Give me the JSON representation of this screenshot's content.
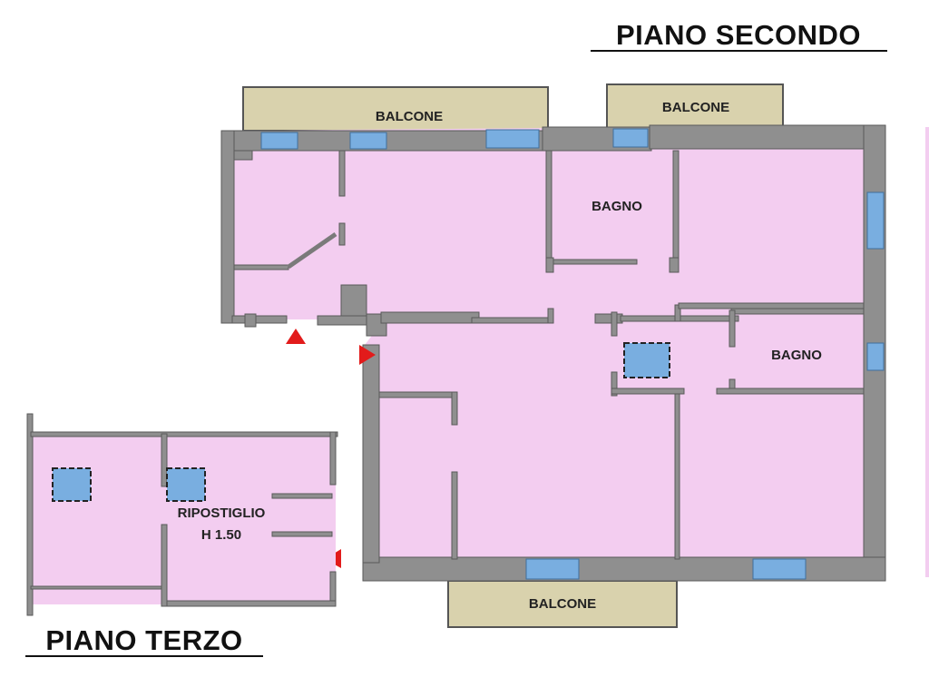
{
  "titles": {
    "second_floor": "PIANO SECONDO",
    "third_floor": "PIANO TERZO"
  },
  "labels": {
    "balcone_top_left": "BALCONE",
    "balcone_top_right": "BALCONE",
    "balcone_bottom": "BALCONE",
    "bagno_upper": "BAGNO",
    "bagno_right": "BAGNO",
    "ripostiglio_line1": "RIPOSTIGLIO",
    "ripostiglio_line2": "H 1.50"
  },
  "colors": {
    "room_fill": "#f3cdf0",
    "wall": "#8f8f8f",
    "window": "#79aee0",
    "balcony": "#d9d2ad",
    "entrance_marker": "#e21b1b",
    "title_underline": "#111111"
  }
}
